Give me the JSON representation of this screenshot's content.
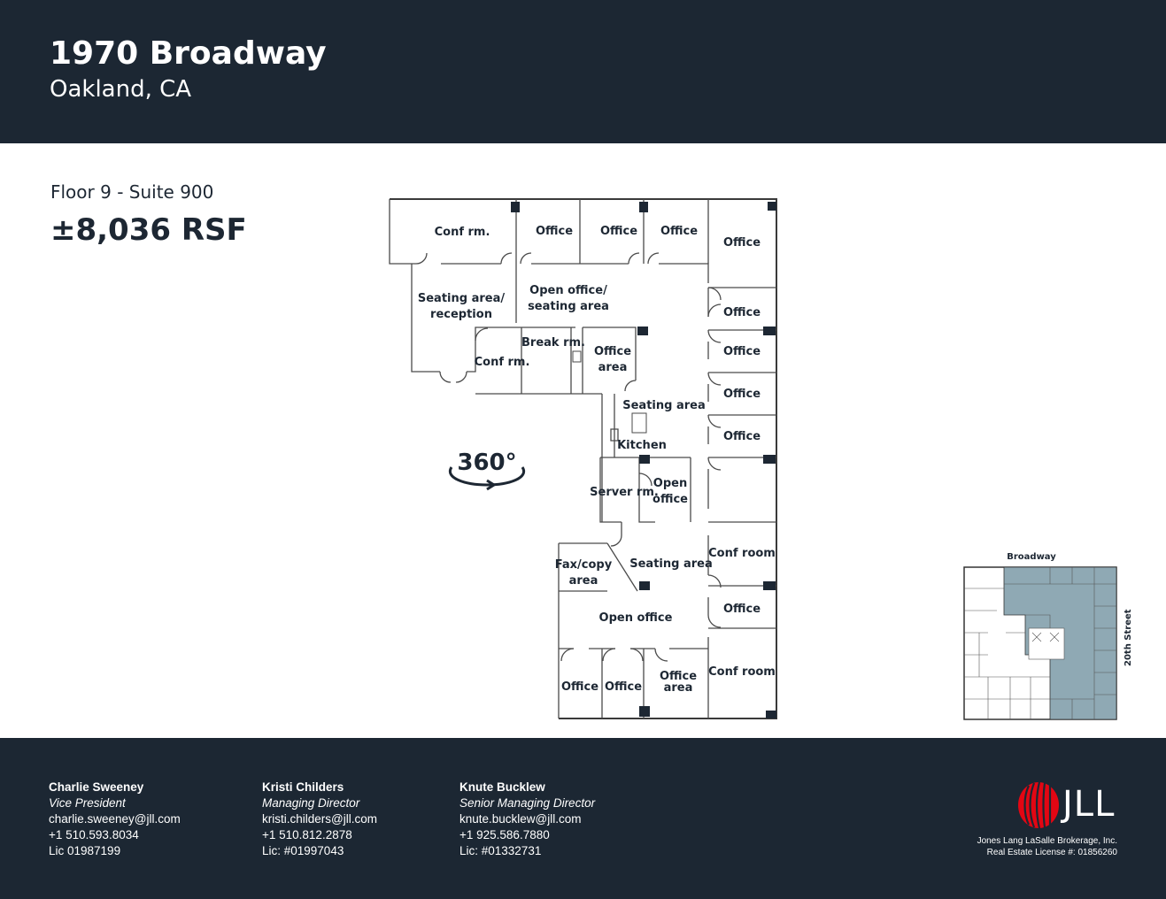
{
  "header": {
    "title": "1970 Broadway",
    "subtitle": "Oakland, CA"
  },
  "listing": {
    "floor_suite": "Floor 9 - Suite 900",
    "area": "±8,036 RSF"
  },
  "floorplan": {
    "rooms": [
      "Conf rm.",
      "Office",
      "Office",
      "Office",
      "Office",
      "Seating area/",
      "reception",
      "Open office/",
      "seating area",
      "Office",
      "Conf rm.",
      "Break rm.",
      "Office",
      "area",
      "Office",
      "Seating area",
      "Office",
      "Kitchen",
      "Server rm.",
      "Open",
      "office",
      "Office",
      "Fax/copy",
      "area",
      "Seating area",
      "Conf room",
      "Office",
      "Open office",
      "Office",
      "Office",
      "Office",
      "area",
      "Conf room"
    ],
    "tour_label": "360°"
  },
  "keyplan": {
    "street_top": "Broadway",
    "street_right": "20th Street",
    "highlight_color": "#8fa9b4"
  },
  "contacts": [
    {
      "name": "Charlie Sweeney",
      "title": "Vice President",
      "email": "charlie.sweeney@jll.com",
      "phone": "+1 510.593.8034",
      "license": "Lic 01987199"
    },
    {
      "name": "Kristi Childers",
      "title": "Managing Director",
      "email": "kristi.childers@jll.com",
      "phone": "+1 510.812.2878",
      "license": "Lic: #01997043"
    },
    {
      "name": "Knute Bucklew",
      "title": "Senior Managing Director",
      "email": "knute.bucklew@jll.com",
      "phone": "+1 925.586.7880",
      "license": "Lic: #01332731"
    }
  ],
  "brand": {
    "logo_text": "JLL",
    "logo_color": "#e30613",
    "company_line": "Jones Lang LaSalle Brokerage, Inc.",
    "license_line": "Real Estate License #: 01856260"
  }
}
